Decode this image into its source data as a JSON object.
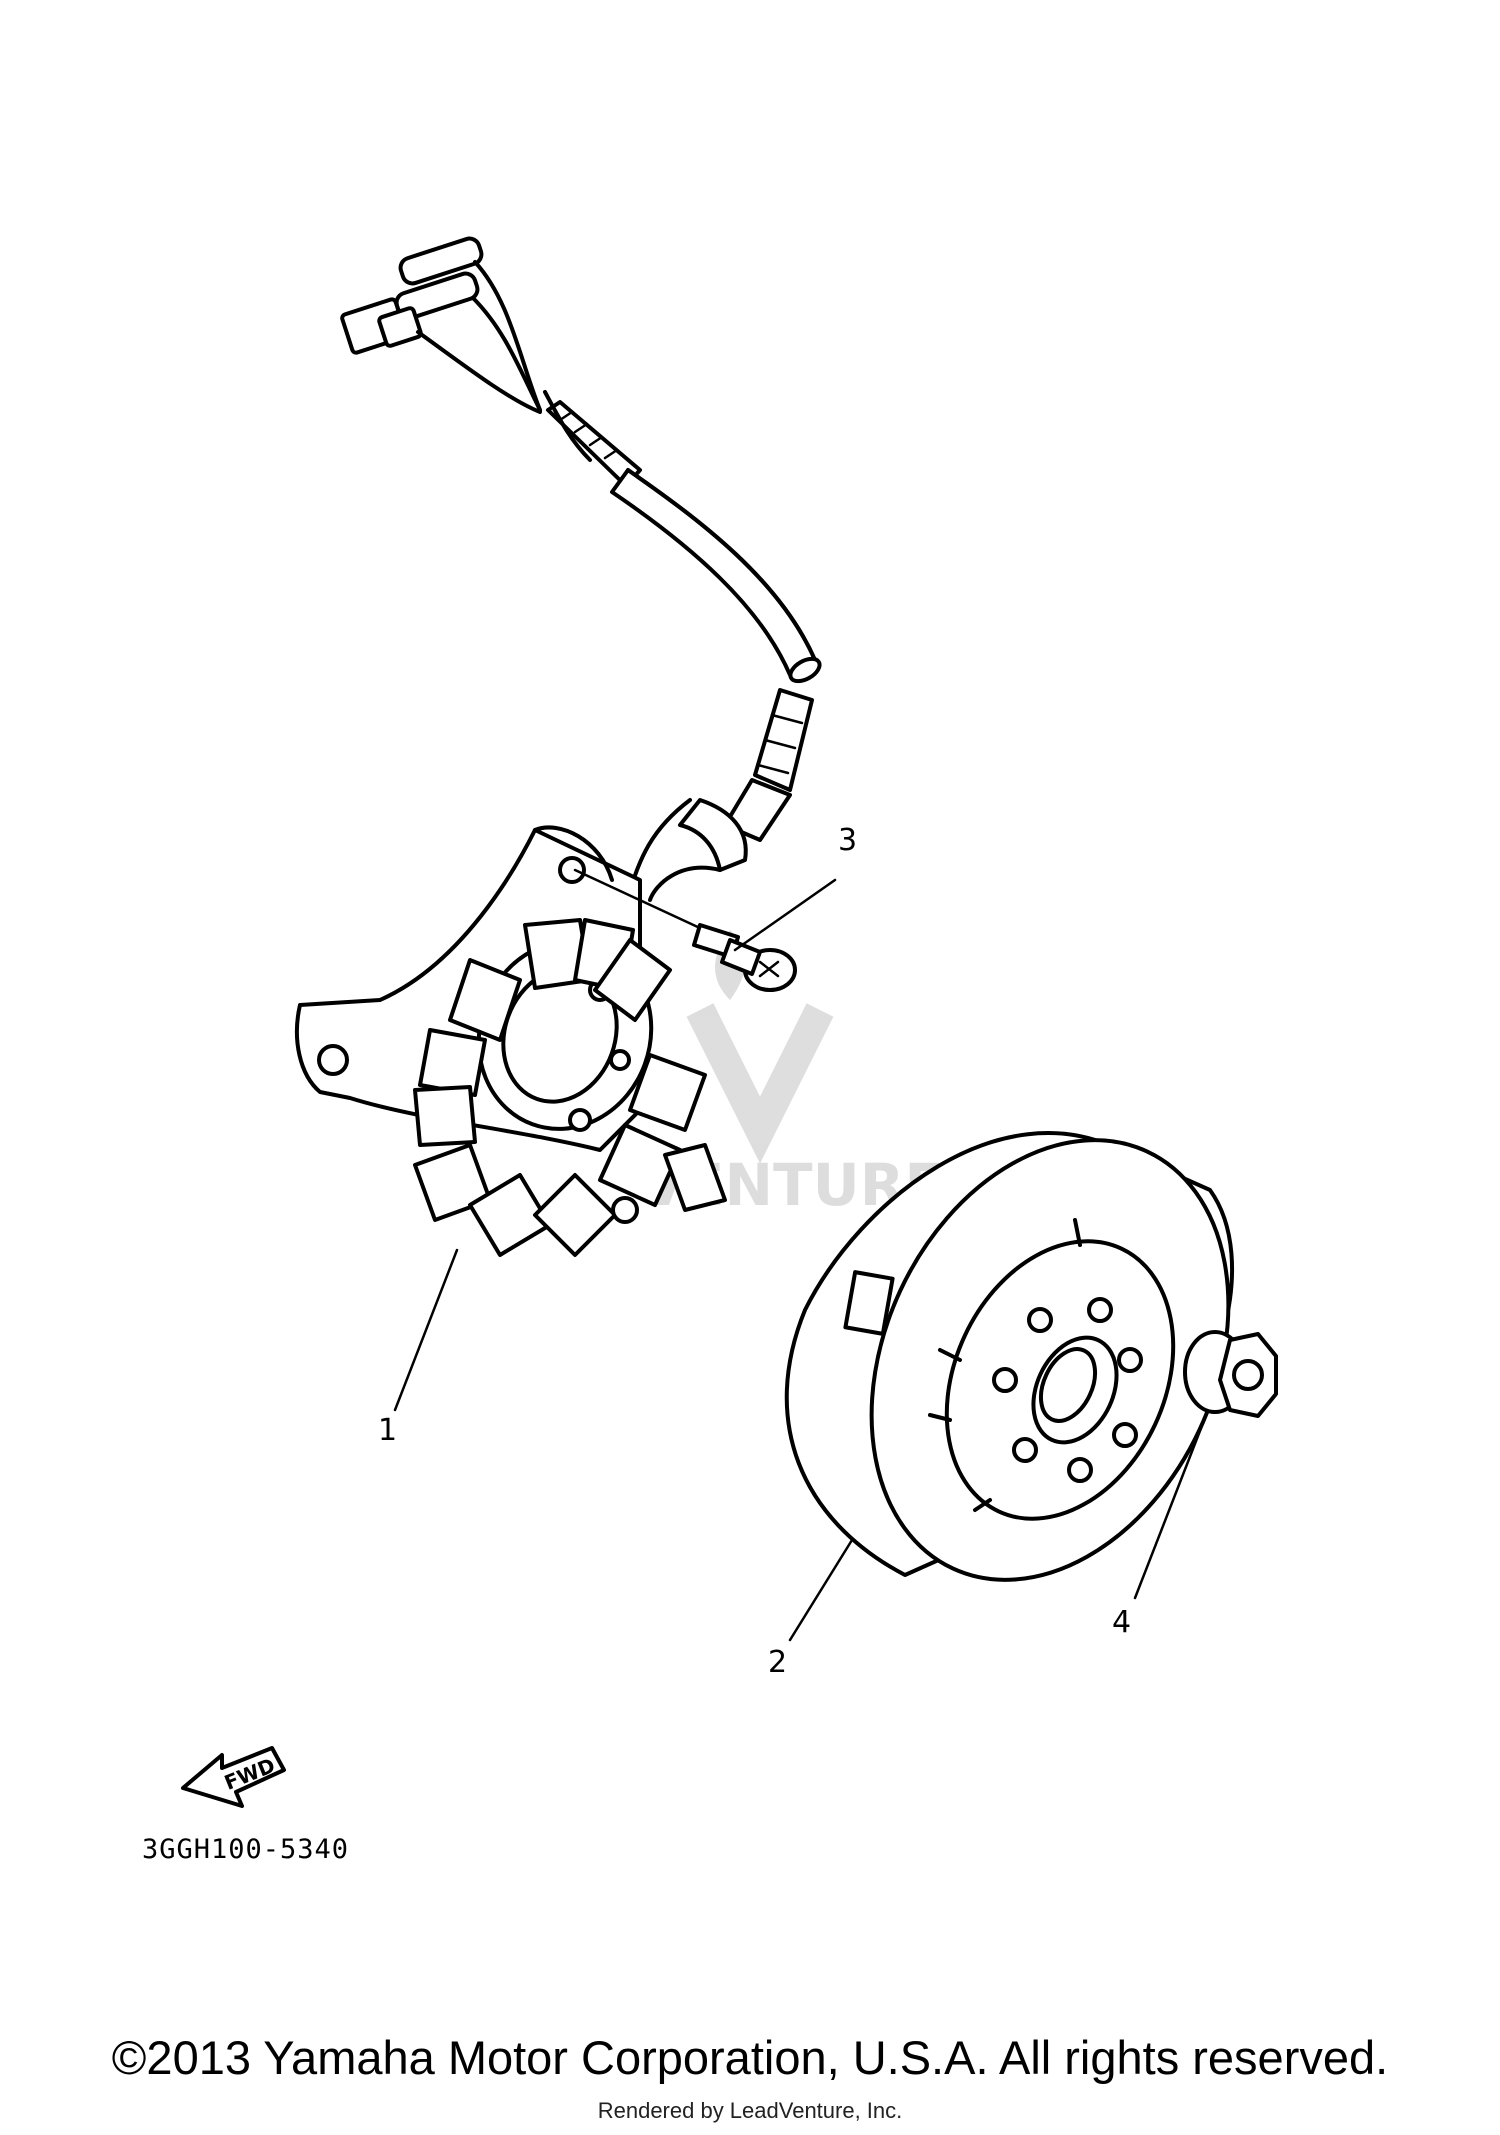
{
  "diagram": {
    "callouts": [
      {
        "number": "1"
      },
      {
        "number": "2"
      },
      {
        "number": "3"
      },
      {
        "number": "4"
      }
    ],
    "fwd_label": "FWD",
    "part_code": "3GGH100-5340",
    "watermark_text": "VENTURE"
  },
  "footer": {
    "copyright": "©2013 Yamaha Motor Corporation, U.S.A. All rights reserved.",
    "rendered_by": "Rendered by LeadVenture, Inc."
  }
}
